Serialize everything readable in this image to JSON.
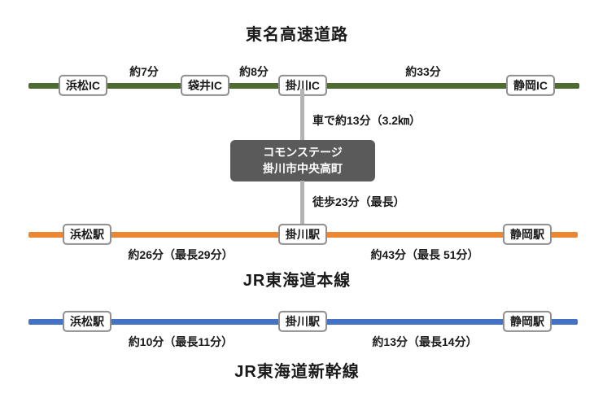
{
  "colors": {
    "expressway_line": "#4e6b31",
    "jr_main_line": "#ed8633",
    "shinkansen_line": "#4472c4",
    "connector": "#b3b3b3",
    "destination_box": "#5a5a5a",
    "station_border": "#8f8f8f",
    "text": "#1a1a1a"
  },
  "expressway": {
    "title": "東名高速道路",
    "stations": [
      "浜松IC",
      "袋井IC",
      "掛川IC",
      "静岡IC"
    ],
    "segments": [
      "約7分",
      "約8分",
      "約33分"
    ]
  },
  "car_access": {
    "label": "車で約13分（3.2㎞）"
  },
  "destination": {
    "line1": "コモンステージ",
    "line2": "掛川市中央高町"
  },
  "walk_access": {
    "label": "徒歩23分（最長）"
  },
  "jr_main_line": {
    "title": "JR東海道本線",
    "stations": [
      "浜松駅",
      "掛川駅",
      "静岡駅"
    ],
    "segments": [
      "約26分（最長29分）",
      "約43分（最長 51分）"
    ]
  },
  "shinkansen": {
    "title": "JR東海道新幹線",
    "stations": [
      "浜松駅",
      "掛川駅",
      "静岡駅"
    ],
    "segments": [
      "約10分（最長11分）",
      "約13分（最長14分）"
    ]
  }
}
